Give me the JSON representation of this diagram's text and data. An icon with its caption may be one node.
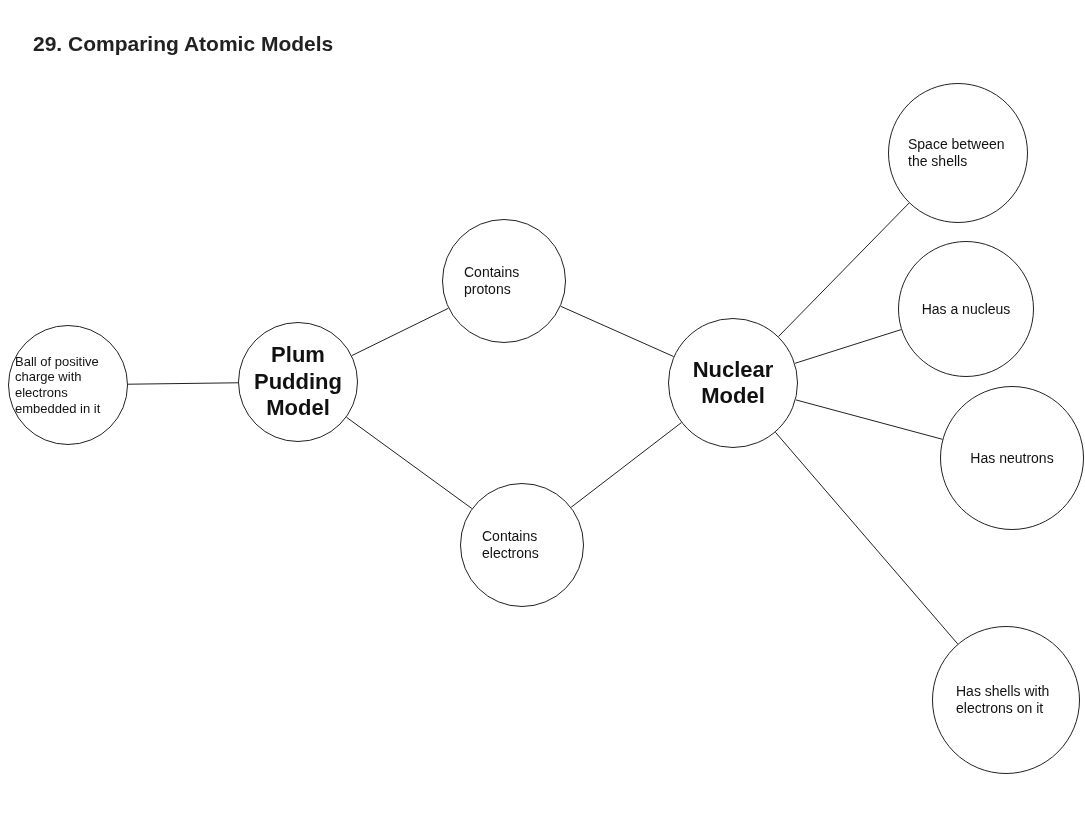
{
  "diagram": {
    "title": "29. Comparing Atomic Models",
    "nodes": [
      {
        "text": [
          "Ball of positive charge with electrons embedded in it"
        ]
      },
      {
        "text": [
          "Plum Pudding Model"
        ]
      },
      {
        "text": [
          "Contains protons"
        ]
      },
      {
        "text": [
          "Contains electrons"
        ]
      },
      {
        "text": [
          "Nuclear Model"
        ]
      },
      {
        "text": [
          "Space between the shells"
        ]
      },
      {
        "text": [
          "Has a nucleus"
        ]
      },
      {
        "text": [
          "Has neutrons"
        ]
      },
      {
        "text": [
          "Has shells with electrons on it"
        ]
      }
    ],
    "edges": [
      {
        "from": 0,
        "to": 1,
        "arrow": "none"
      },
      {
        "from": 1,
        "to": 2,
        "arrow": "none"
      },
      {
        "from": 1,
        "to": 3,
        "arrow": "none"
      },
      {
        "from": 2,
        "to": 4,
        "arrow": "none"
      },
      {
        "from": 3,
        "to": 4,
        "arrow": "none"
      },
      {
        "from": 4,
        "to": 5,
        "arrow": "none"
      },
      {
        "from": 4,
        "to": 6,
        "arrow": "none"
      },
      {
        "from": 4,
        "to": 7,
        "arrow": "none"
      },
      {
        "from": 4,
        "to": 8,
        "arrow": "none"
      }
    ]
  }
}
